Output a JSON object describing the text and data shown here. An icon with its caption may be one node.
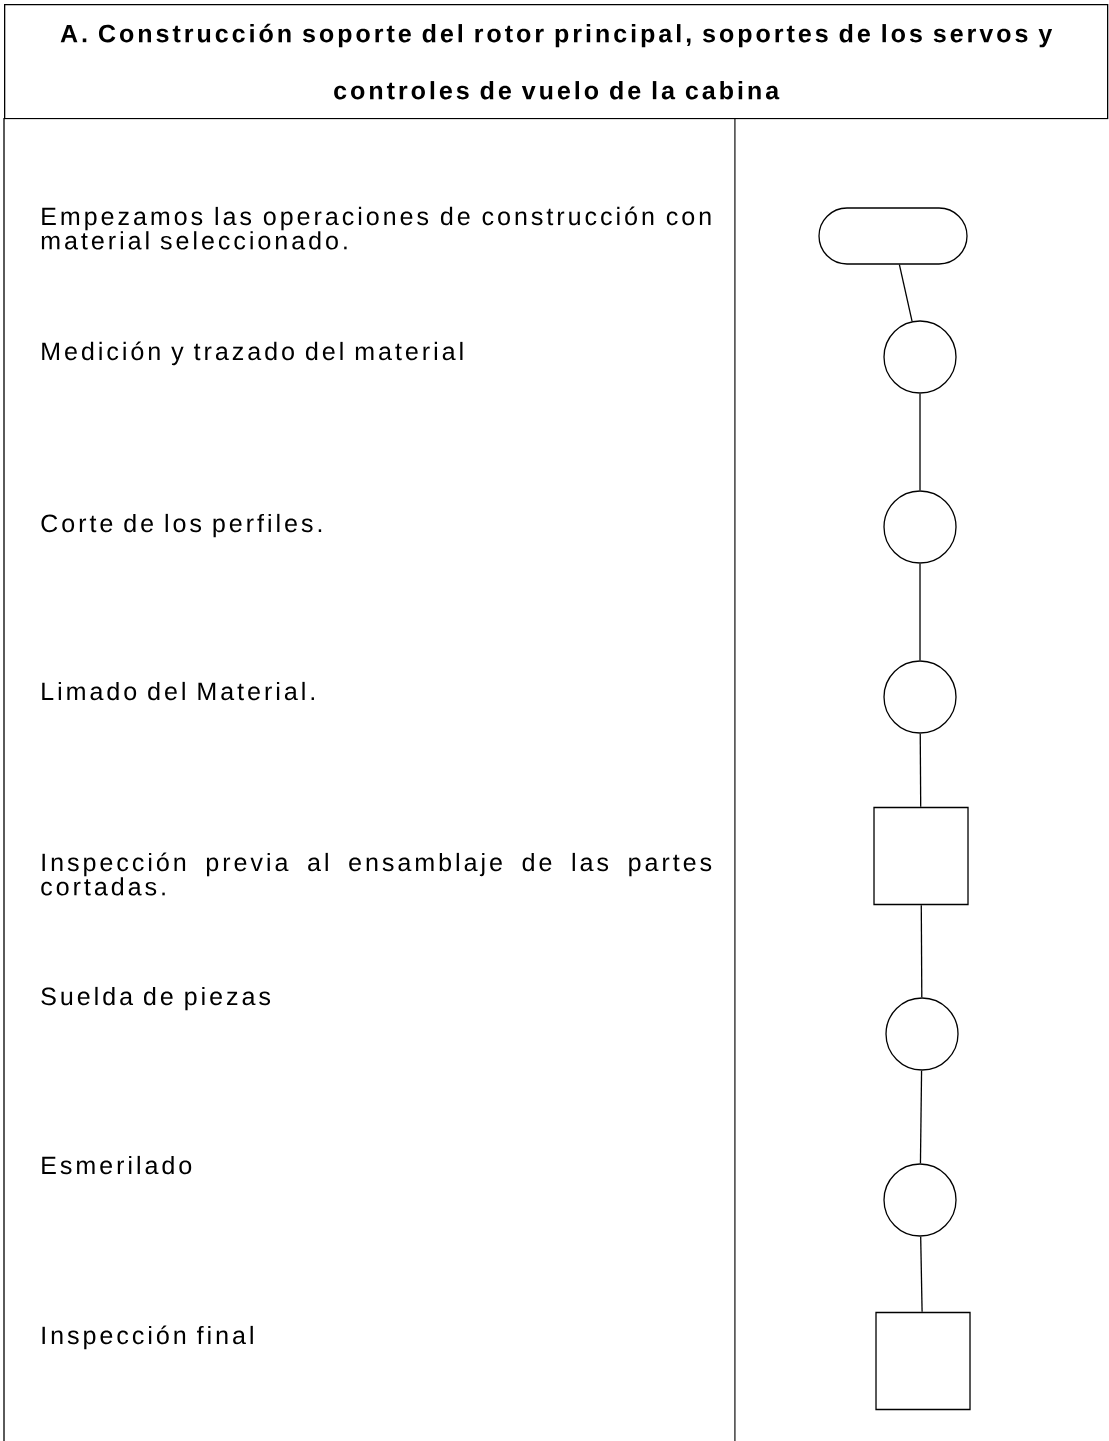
{
  "diagram": {
    "title": "A. Construcción soporte del rotor principal, soportes de los servos y controles de vuelo de la cabina",
    "nodes": [
      {
        "text": [],
        "shape": "capsule"
      },
      {
        "text": [],
        "shape": "circle"
      },
      {
        "text": [],
        "shape": "circle"
      },
      {
        "text": [],
        "shape": "circle"
      },
      {
        "text": [],
        "shape": "box"
      },
      {
        "text": [],
        "shape": "circle"
      },
      {
        "text": [],
        "shape": "circle"
      },
      {
        "text": [],
        "shape": "box"
      }
    ],
    "edges": [
      {
        "from": 0,
        "to": 1,
        "arrow": "none"
      },
      {
        "from": 1,
        "to": 2,
        "arrow": "none"
      },
      {
        "from": 2,
        "to": 3,
        "arrow": "none"
      },
      {
        "from": 3,
        "to": 4,
        "arrow": "none"
      },
      {
        "from": 4,
        "to": 5,
        "arrow": "none"
      },
      {
        "from": 5,
        "to": 6,
        "arrow": "none"
      },
      {
        "from": 6,
        "to": 7,
        "arrow": "none"
      }
    ],
    "labels": [
      "Empezamos las operaciones de construcción con material seleccionado.",
      "Medición y trazado del material",
      "Corte de los perfiles.",
      "Limado del Material.",
      "Inspección previa al ensamblaje de las partes cortadas.",
      "Suelda de piezas",
      "Esmerilado",
      "Inspección final"
    ]
  }
}
